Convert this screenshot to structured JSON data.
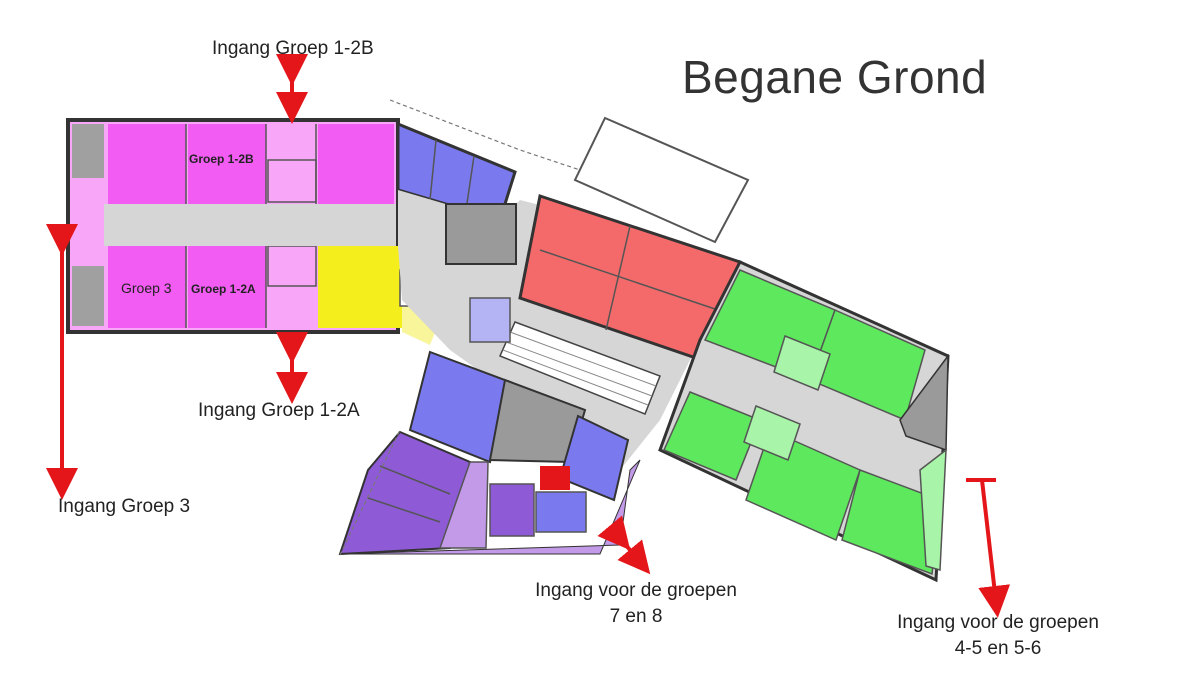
{
  "title": "Begane Grond",
  "rooms": {
    "groep_1_2b": "Groep 1-2B",
    "groep_1_2a": "Groep 1-2A",
    "groep_3": "Groep 3"
  },
  "entrances": {
    "groep_1_2b": "Ingang Groep 1-2B",
    "groep_1_2a": "Ingang Groep 1-2A",
    "groep_3": "Ingang Groep 3",
    "groepen_7_8_line1": "Ingang voor de groepen",
    "groepen_7_8_line2": "7 en 8",
    "groepen_4_6_line1": "Ingang voor de groepen",
    "groepen_4_6_line2": "4-5 en 5-6"
  },
  "colors": {
    "magenta": "#f25cf2",
    "light_magenta": "#f8a6f8",
    "blue": "#7a7aee",
    "red": "#f46a6a",
    "yellow": "#f4ef1c",
    "light_yellow": "#f8f59a",
    "green": "#5ee85e",
    "light_green": "#a8f4a8",
    "purple": "#8e5ad6",
    "light_purple": "#c29ae8",
    "corridor": "#d6d6d6",
    "wall": "#333333",
    "arrow": "#e4161a"
  }
}
